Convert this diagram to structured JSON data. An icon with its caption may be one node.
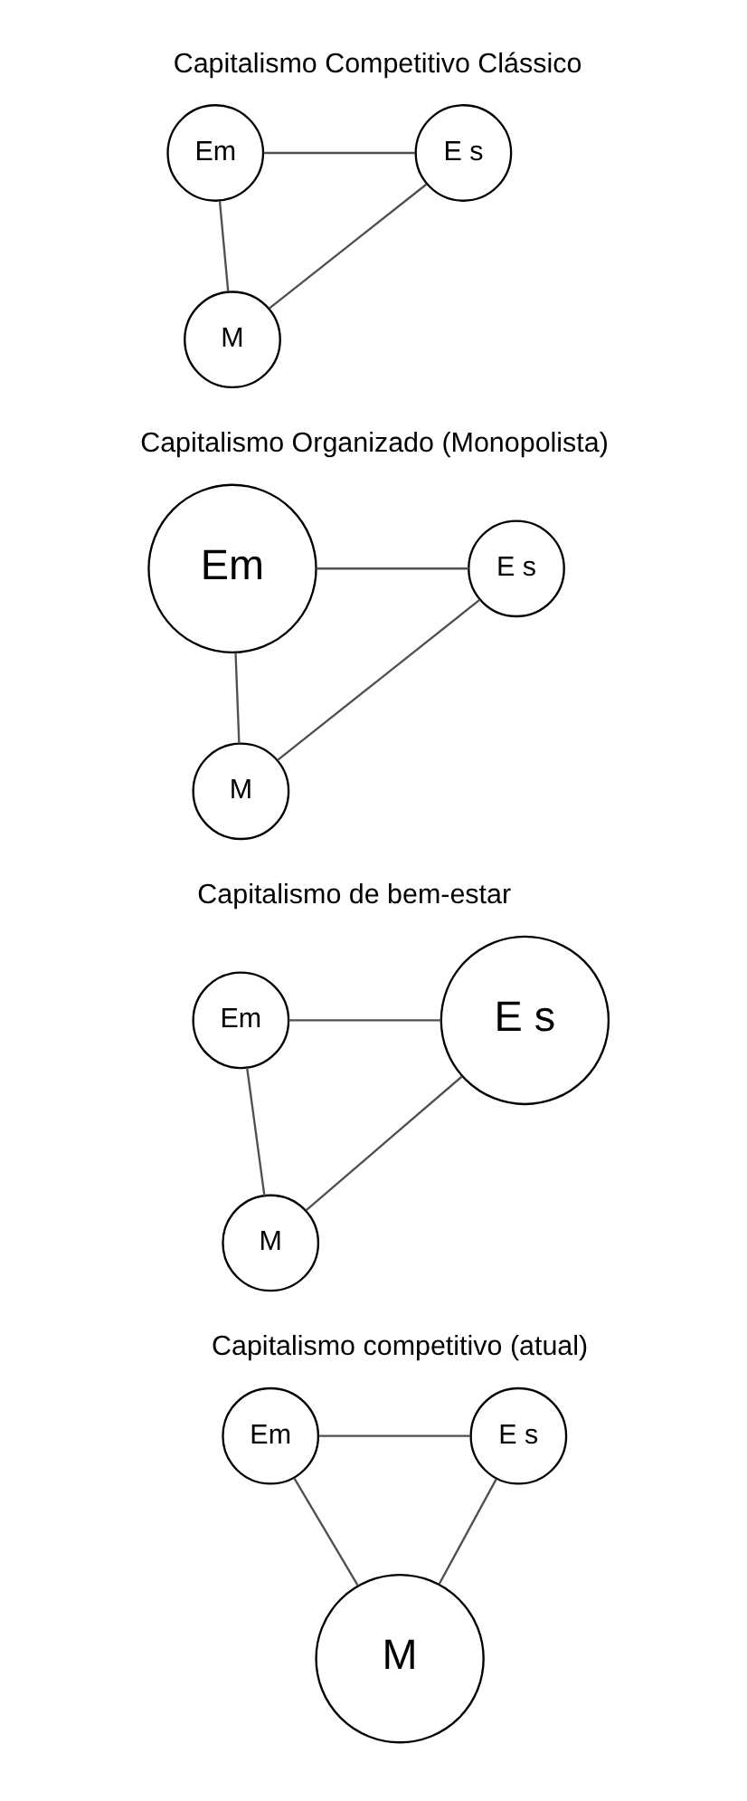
{
  "diagram": {
    "nodes": [
      {
        "text": [
          "Em"
        ]
      },
      {
        "text": [
          "E s"
        ]
      },
      {
        "text": [
          "M"
        ]
      },
      {
        "text": [
          "Em"
        ]
      },
      {
        "text": [
          "E s"
        ]
      },
      {
        "text": [
          "M"
        ]
      },
      {
        "text": [
          "Em"
        ]
      },
      {
        "text": [
          "E s"
        ]
      },
      {
        "text": [
          "M"
        ]
      },
      {
        "text": [
          "Em"
        ]
      },
      {
        "text": [
          "E s"
        ]
      },
      {
        "text": [
          "M"
        ]
      }
    ],
    "edges": [
      {
        "from": 0,
        "to": 1,
        "arrow": "none"
      },
      {
        "from": 0,
        "to": 2,
        "arrow": "none"
      },
      {
        "from": 1,
        "to": 2,
        "arrow": "none"
      },
      {
        "from": 3,
        "to": 4,
        "arrow": "none"
      },
      {
        "from": 3,
        "to": 5,
        "arrow": "none"
      },
      {
        "from": 4,
        "to": 5,
        "arrow": "none"
      },
      {
        "from": 6,
        "to": 7,
        "arrow": "none"
      },
      {
        "from": 6,
        "to": 8,
        "arrow": "none"
      },
      {
        "from": 7,
        "to": 8,
        "arrow": "none"
      },
      {
        "from": 9,
        "to": 10,
        "arrow": "none"
      },
      {
        "from": 9,
        "to": 11,
        "arrow": "none"
      },
      {
        "from": 10,
        "to": 11,
        "arrow": "none"
      }
    ],
    "labels": [
      "Capitalismo Competitivo Clássico",
      "Capitalismo Organizado (Monopolista)",
      "Capitalismo de bem-estar",
      "Capitalismo competitivo (atual)"
    ]
  }
}
